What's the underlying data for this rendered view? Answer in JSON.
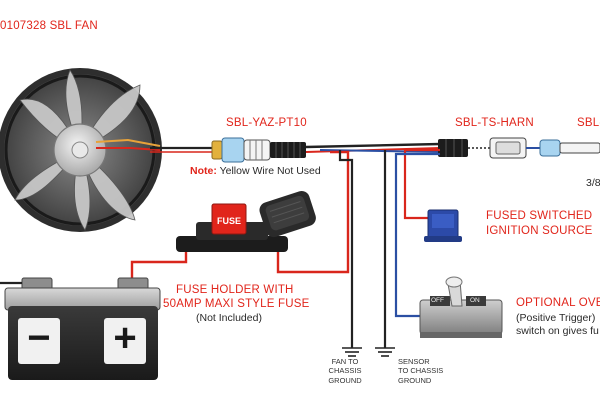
{
  "labels": {
    "fan_title": "0107328 SBL FAN",
    "adapter": "SBL-YAZ-PT10",
    "note_prefix": "Note:",
    "note_text": "Yellow Wire Not Used",
    "ts_harness": "SBL-TS-HARN",
    "sensor_cut": "SBL-",
    "sensor_size": "3/8",
    "fused_line1": "FUSED SWITCHED",
    "fused_line2": "IGNITION SOURCE",
    "fuse_line1": "FUSE HOLDER WITH",
    "fuse_line2": "50AMP MAXI STYLE FUSE",
    "fuse_line3": "(Not Included)",
    "override_title": "OPTIONAL OVE",
    "override_line2": "(Positive Trigger)",
    "override_line3": "switch on gives fu",
    "fan_ground_1": "FAN TO",
    "fan_ground_2": "CHASSIS",
    "fan_ground_3": "GROUND",
    "sensor_ground_1": "SENSOR",
    "sensor_ground_2": "TO CHASSIS",
    "sensor_ground_3": "GROUND",
    "switch_off": "OFF",
    "switch_on": "ON",
    "battery_minus": "−",
    "battery_plus": "+"
  },
  "colors": {
    "accent_red": "#e1251b",
    "wire_red": "#d9261c",
    "wire_blue": "#2b4fa3",
    "wire_black": "#222222"
  }
}
